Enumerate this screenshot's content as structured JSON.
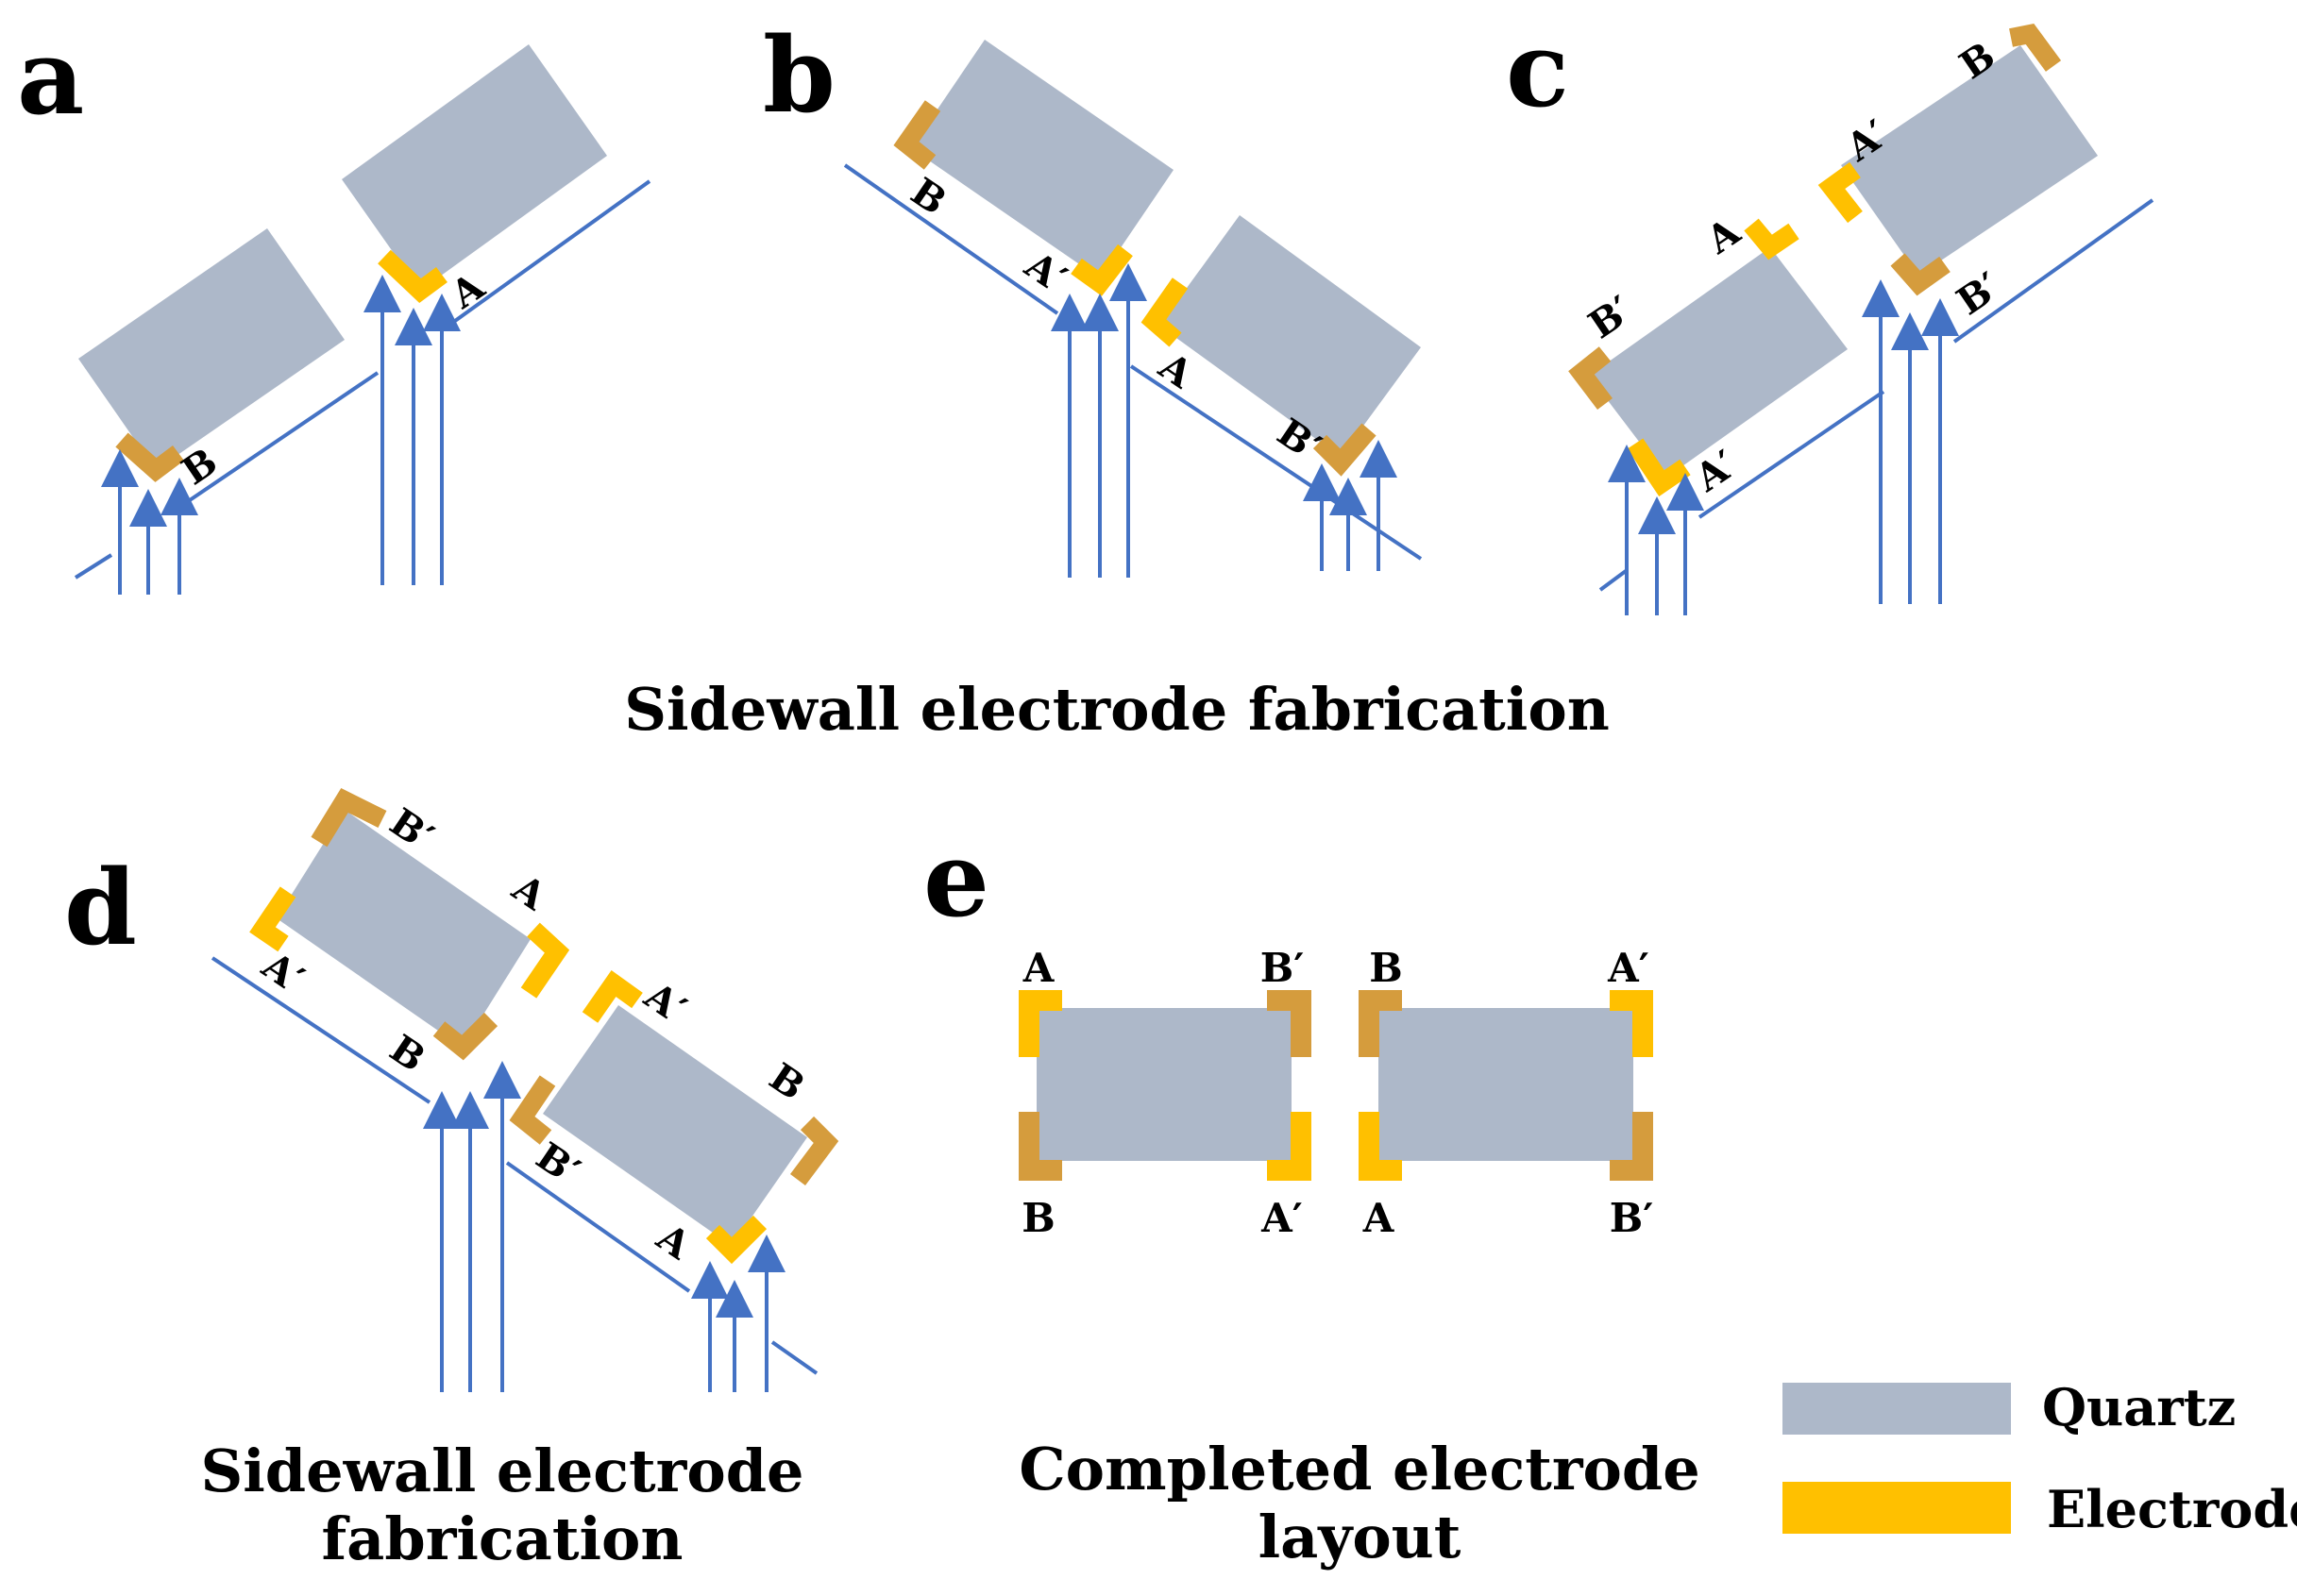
{
  "colors": {
    "quartz": "#adb8c9",
    "electrode_yellow": "#ffc000",
    "electrode_brown": "#d59c3d",
    "beam": "#4472c4",
    "text": "#000000"
  },
  "panels": {
    "a": {
      "letter": "a",
      "labels": [
        "A",
        "B"
      ]
    },
    "b": {
      "letter": "b",
      "labels": [
        "B",
        "A′",
        "A",
        "B′"
      ]
    },
    "c": {
      "letter": "c",
      "labels": [
        "B",
        "A′",
        "A",
        "B′",
        "B′",
        "A′"
      ]
    },
    "d": {
      "letter": "d",
      "labels": [
        "B′",
        "A",
        "A′",
        "B",
        "A′",
        "B",
        "B′",
        "A"
      ]
    },
    "e": {
      "letter": "e",
      "labels": [
        "A",
        "B′",
        "B",
        "A′",
        "B",
        "A′",
        "A",
        "B′"
      ]
    }
  },
  "captions": {
    "top": "Sidewall electrode fabrication",
    "d_line1": "Sidewall electrode",
    "d_line2": "fabrication",
    "e_line1": "Completed electrode",
    "e_line2": "layout"
  },
  "legend": {
    "quartz_label": "Quartz",
    "electrode_label": "Electrode"
  }
}
